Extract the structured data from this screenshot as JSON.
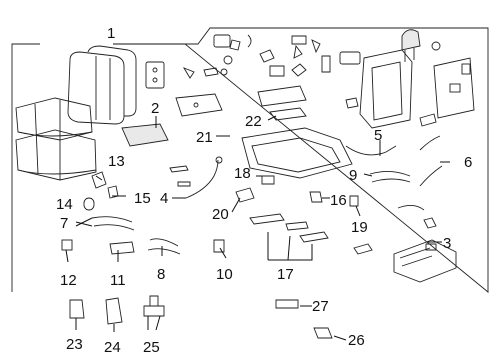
{
  "diagram": {
    "callouts": {
      "c1": "1",
      "c2": "2",
      "c3": "3",
      "c4": "4",
      "c5": "5",
      "c6": "6",
      "c7": "7",
      "c8": "8",
      "c9": "9",
      "c10": "10",
      "c11": "11",
      "c12": "12",
      "c13": "13",
      "c14": "14",
      "c15": "15",
      "c16": "16",
      "c17": "17",
      "c18": "18",
      "c19": "19",
      "c20": "20",
      "c21": "21",
      "c22": "22",
      "c23": "23",
      "c24": "24",
      "c25": "25",
      "c26": "26",
      "c27": "27"
    }
  }
}
